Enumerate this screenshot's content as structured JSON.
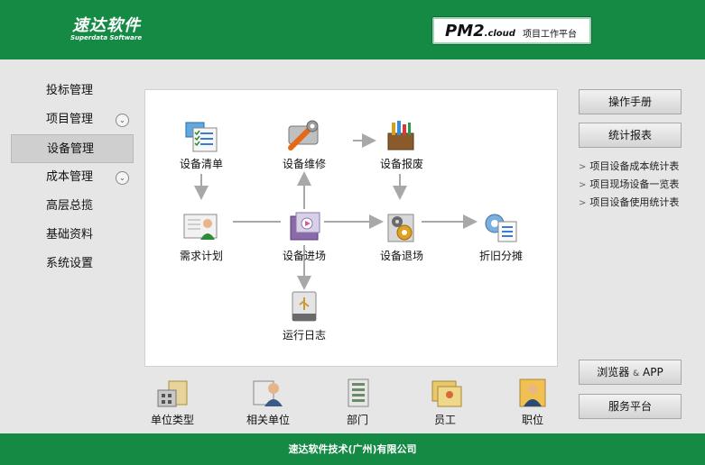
{
  "header": {
    "logo_main": "速达软件",
    "logo_sub": "Superdata Software",
    "product": "PM2",
    "product_suffix": ".cloud",
    "product_tag": "项目工作平台"
  },
  "sidebar": {
    "items": [
      {
        "label": "投标管理"
      },
      {
        "label": "项目管理"
      },
      {
        "label": "设备管理"
      },
      {
        "label": "成本管理"
      },
      {
        "label": "高层总揽"
      },
      {
        "label": "基础资料"
      },
      {
        "label": "系统设置"
      }
    ],
    "expand_glyph": "⌄"
  },
  "flow": {
    "nodes": [
      {
        "label": "设备清单",
        "icon": "document-list-icon"
      },
      {
        "label": "设备维修",
        "icon": "wrench-icon"
      },
      {
        "label": "设备报废",
        "icon": "toolbox-icon"
      },
      {
        "label": "需求计划",
        "icon": "person-board-icon"
      },
      {
        "label": "设备进场",
        "icon": "media-icon"
      },
      {
        "label": "设备退场",
        "icon": "gears-icon"
      },
      {
        "label": "折旧分摊",
        "icon": "gear-report-icon"
      },
      {
        "label": "运行日志",
        "icon": "usb-drive-icon"
      }
    ]
  },
  "bottom": {
    "items": [
      {
        "label": "单位类型",
        "icon": "building-folder-icon"
      },
      {
        "label": "相关单位",
        "icon": "people-icon"
      },
      {
        "label": "部门",
        "icon": "department-icon"
      },
      {
        "label": "员工",
        "icon": "employee-photos-icon"
      },
      {
        "label": "职位",
        "icon": "position-icon"
      }
    ]
  },
  "right": {
    "manual": "操作手册",
    "reports": "统计报表",
    "links": [
      {
        "label": "项目设备成本统计表"
      },
      {
        "label": "项目现场设备一览表"
      },
      {
        "label": "项目设备使用统计表"
      }
    ],
    "link_glyph": ">",
    "browser_a": "浏览器",
    "browser_amp": "&",
    "browser_b": "APP",
    "service": "服务平台"
  },
  "footer": {
    "company": "速达软件技术(广州)有限公司"
  },
  "colors": {
    "brand_green": "#158a45"
  }
}
